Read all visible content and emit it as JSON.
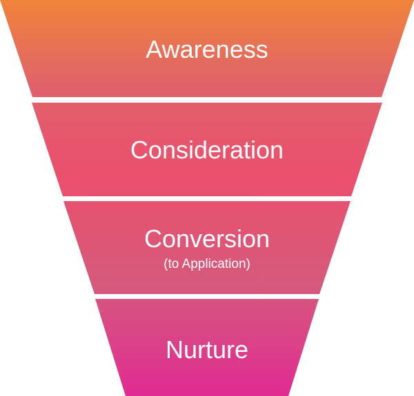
{
  "funnel": {
    "colors": {
      "top": "#f0843a",
      "upper_mid": "#e0616b",
      "mid": "#eb4f6c",
      "lower_mid": "#d55a7c",
      "bottom": "#e02b92"
    },
    "stages": [
      {
        "id": "awareness",
        "label": "Awareness",
        "sublabel": ""
      },
      {
        "id": "consideration",
        "label": "Consideration",
        "sublabel": ""
      },
      {
        "id": "conversion",
        "label": "Conversion",
        "sublabel": "(to Application)"
      },
      {
        "id": "nurture",
        "label": "Nurture",
        "sublabel": ""
      }
    ]
  }
}
